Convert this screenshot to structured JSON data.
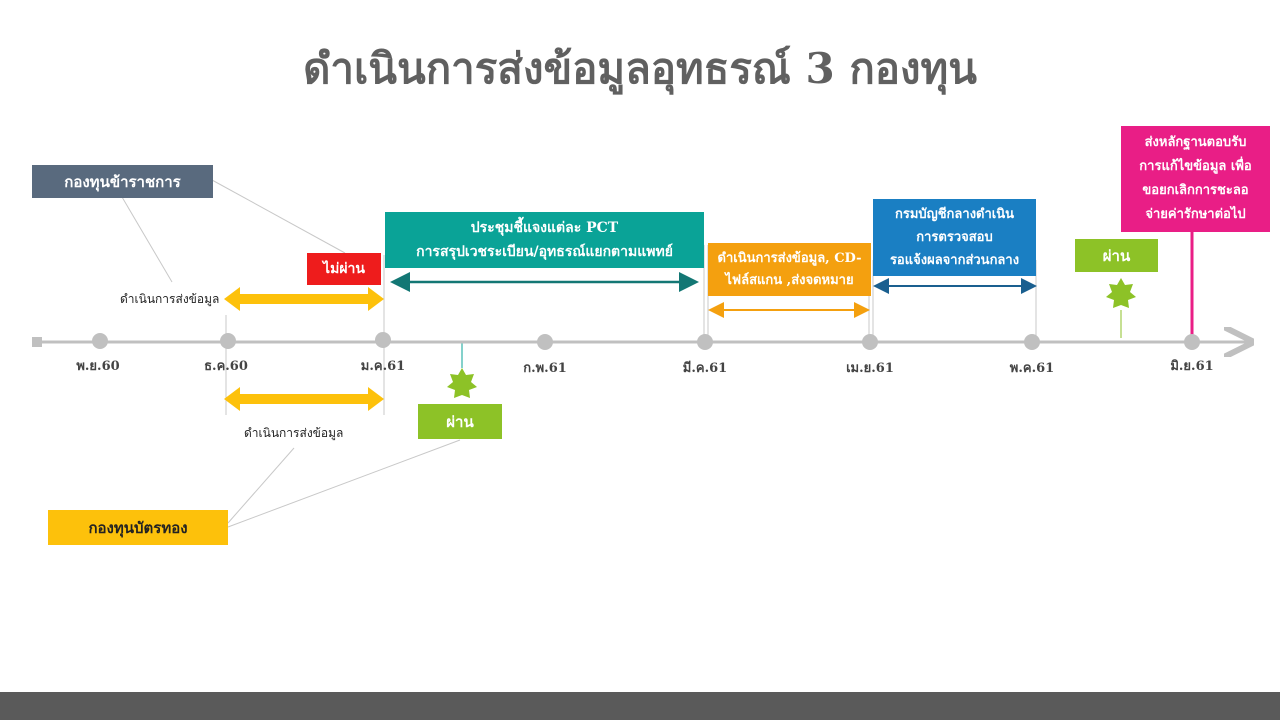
{
  "title": "ดำเนินการส่งข้อมูลอุทธรณ์ 3 กองทุน",
  "timeline": {
    "ticks": [
      "พ.ย.60",
      "ธ.ค.60",
      "ม.ค.61",
      "ก.พ.61",
      "มี.ค.61",
      "เม.ย.61",
      "พ.ค.61",
      "มิ.ย.61"
    ]
  },
  "funds": {
    "civil_servant": "กองทุนข้าราชการ",
    "gold_card": "กองทุนบัตรทอง"
  },
  "notes": {
    "send_data_top": "ดำเนินการส่งข้อมูล",
    "send_data_bottom": "ดำเนินการส่งข้อมูล"
  },
  "statuses": {
    "fail": "ไม่ผ่าน",
    "pass_gold": "ผ่าน",
    "pass_may": "ผ่าน"
  },
  "boxes": {
    "pct_meeting": {
      "line1": "ประชุมชี้แจงแต่ละ PCT",
      "line2": "การสรุปเวชระเบียน/อุทธรณ์แยกตามแพทย์"
    },
    "send_cd": {
      "line1": "ดำเนินการส่งข้อมูล, CD-",
      "line2": "ไฟล์สแกน ,ส่งจดหมาย"
    },
    "comptroller": {
      "line1": "กรมบัญชีกลางดำเนิน",
      "line2": "การตรวจสอบ",
      "line3": "รอแจ้งผลจากส่วนกลาง"
    },
    "evidence": {
      "line1": "ส่งหลักฐานตอบรับ",
      "line2": "การแก้ไขข้อมูล เพื่อ",
      "line3": "ขอยกเลิกการชะลอ",
      "line4": "จ่ายค่ารักษาต่อไป"
    }
  },
  "colors": {
    "axis": "#c0c0c0",
    "title": "#606060",
    "slate": "#596a7e",
    "red": "#ee1c1c",
    "teal": "#0aa397",
    "orange": "#f4a00f",
    "blue": "#1a7fc3",
    "green": "#8dc227",
    "magenta": "#e91e86",
    "yellow": "#fdc10b"
  }
}
